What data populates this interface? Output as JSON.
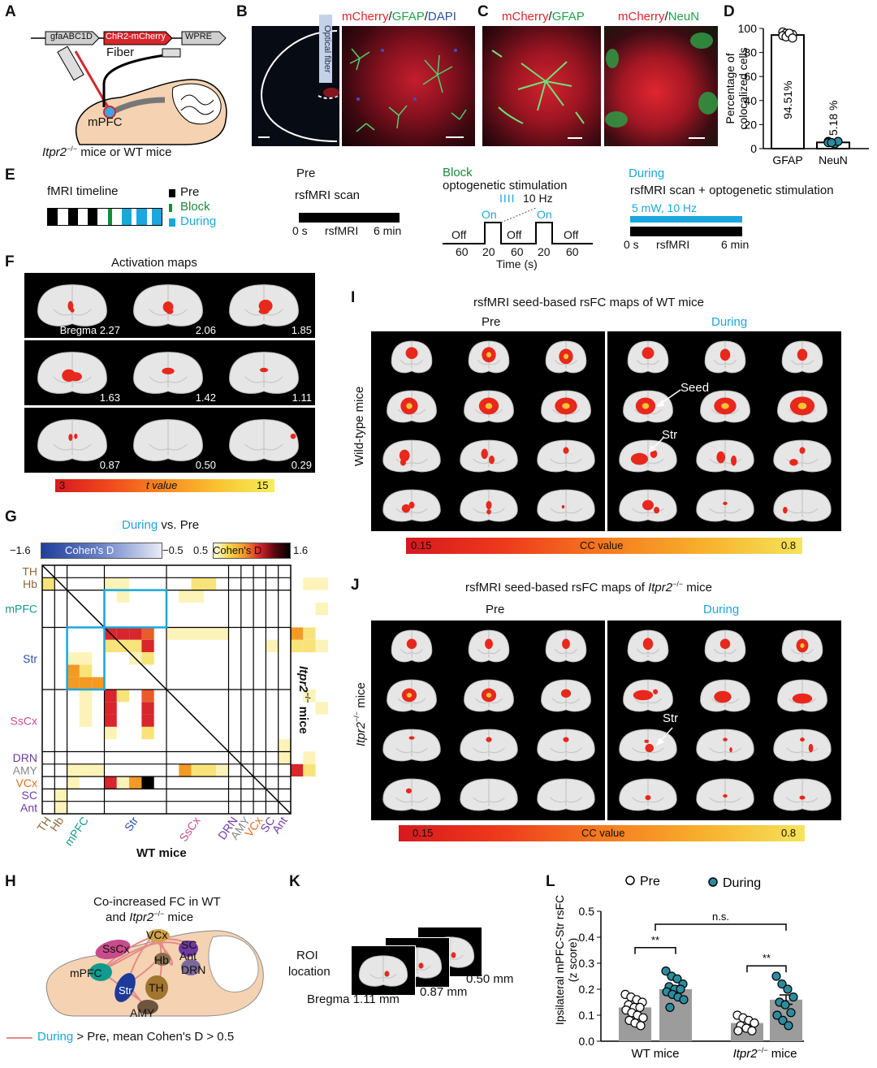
{
  "panels": {
    "A": "A",
    "B": "B",
    "C": "C",
    "D": "D",
    "E": "E",
    "F": "F",
    "G": "G",
    "H": "H",
    "I": "I",
    "J": "J",
    "K": "K",
    "L": "L"
  },
  "panel_a": {
    "construct": [
      "gfaABC1D",
      "ChR2-mCherry",
      "WPRE"
    ],
    "fiber": "Fiber",
    "region": "mPFC",
    "caption_gene": "Itpr2",
    "caption_sup": "−/−",
    "caption_rest": " mice or WT mice"
  },
  "panel_b": {
    "optical_fiber": "Optical fiber",
    "title_parts": [
      "mCherry",
      "/",
      "GFAP",
      "/",
      "DAPI"
    ]
  },
  "panel_c": {
    "left_title": [
      "mCherry",
      "/",
      "GFAP"
    ],
    "right_title": [
      "mCherry",
      "/",
      "NeuN"
    ]
  },
  "panel_e": {
    "timeline_label": "fMRI timeline",
    "legend": [
      "Pre",
      "Block",
      "During"
    ],
    "pre_title": "Pre",
    "pre_sub": "rsfMRI scan",
    "pre_bar": [
      "0 s",
      "rsfMRI",
      "6 min"
    ],
    "block_title": "Block",
    "block_sub": "optogenetic stimulation",
    "freq": "10 Hz",
    "block_states": [
      "Off",
      "On",
      "Off",
      "On",
      "Off"
    ],
    "block_durations": [
      "60",
      "20",
      "60",
      "20",
      "60"
    ],
    "time_label": "Time (s)",
    "during_title": "During",
    "during_sub": "rsfMRI scan + optogenetic stimulation",
    "during_stim": "5 mW, 10  Hz",
    "during_bar": [
      "0 s",
      "rsfMRI",
      "6 min"
    ]
  },
  "panel_f": {
    "title": "Activation maps",
    "bregma": [
      "Bregma 2.27",
      "2.06",
      "1.85",
      "1.63",
      "1.42",
      "1.11",
      "0.87",
      "0.50",
      "0.29"
    ],
    "cbar_min": "3",
    "cbar_label": "t value",
    "cbar_max": "15"
  },
  "panel_g": {
    "title_during": "During",
    "title_rest": " vs. Pre",
    "neg_min": "−1.6",
    "neg_label": "Cohen's D",
    "neg_max": "−0.5",
    "pos_min": "0.5",
    "pos_label": "Cohen's D",
    "pos_max": "1.6",
    "rows": [
      "TH",
      "Hb",
      "mPFC",
      "Str",
      "SsCx",
      "DRN",
      "AMY",
      "VCx",
      "SC",
      "Ant"
    ],
    "cols": [
      "TH",
      "Hb",
      "mPFC",
      "Str",
      "SsCx",
      "DRN",
      "AMY",
      "VCx",
      "SC",
      "Ant"
    ],
    "xlabel": "WT mice",
    "ylabel_gene": "Itpr2",
    "ylabel_sup": "−/−",
    "ylabel_rest": " mice"
  },
  "panel_h": {
    "title_line1": "Co-increased FC in WT",
    "title_line2_gene": "Itpr2",
    "title_line2_sup": "−/−",
    "title_line2_pre": "and ",
    "title_line2_rest": " mice",
    "regions": [
      "SsCx",
      "VCx",
      "SC",
      "Ant",
      "mPFC",
      "Hb",
      "DRN",
      "Str",
      "TH",
      "AMY"
    ],
    "legend_during": "During",
    "legend_rest": " > Pre, mean Cohen's D > 0.5"
  },
  "panel_i": {
    "title": "rsfMRI seed-based rsFC maps of WT mice",
    "pre": "Pre",
    "during": "During",
    "side": "Wild-type mice",
    "seed": "Seed",
    "str": "Str",
    "cbar_min": "0.15",
    "cbar_label": "CC value",
    "cbar_max": "0.8"
  },
  "panel_j": {
    "title_pre": "rsfMRI seed-based rsFC maps of ",
    "title_gene": "Itpr2",
    "title_sup": "−/−",
    "title_rest": " mice",
    "pre": "Pre",
    "during": "During",
    "side_gene": "Itpr2",
    "side_sup": "−/−",
    "side_rest": " mice",
    "str": "Str",
    "cbar_min": "0.15",
    "cbar_label": "CC value",
    "cbar_max": "0.8"
  },
  "panel_k": {
    "roi": [
      "ROI",
      "location"
    ],
    "labels": [
      "Bregma 1.11 mm",
      "0.87 mm",
      "0.50 mm"
    ]
  },
  "colors": {
    "during": "#1ba6dd",
    "block": "#178a3c",
    "teal": "#139a8e",
    "red": "#d8262d",
    "green": "#21a04b",
    "blue": "#2b52a8"
  },
  "chart_data": [
    {
      "type": "bar",
      "panel": "D",
      "categories": [
        "GFAP",
        "NeuN"
      ],
      "values": [
        94.51,
        5.18
      ],
      "data_labels": [
        "94.51%",
        "5.18 %"
      ],
      "ylabel": "Percentage of colocalized cells",
      "ylim": [
        0,
        100
      ],
      "yticks": [
        0,
        20,
        40,
        60,
        80,
        100
      ],
      "points": {
        "GFAP": [
          97,
          96,
          95,
          95,
          94,
          93,
          96,
          92
        ],
        "NeuN": [
          6,
          5,
          4,
          6,
          5,
          5
        ]
      }
    },
    {
      "type": "bar",
      "panel": "L",
      "categories": [
        "WT mice",
        "Itpr2−/− mice"
      ],
      "category_gene": "Itpr2",
      "category_sup": "−/−",
      "category_rest": "mice",
      "category_wt": "WT mice",
      "series": [
        {
          "name": "Pre",
          "values": [
            0.13,
            0.07
          ]
        },
        {
          "name": "During",
          "values": [
            0.2,
            0.16
          ]
        }
      ],
      "errors": {
        "Pre": [
          0.012,
          0.012
        ],
        "During": [
          0.013,
          0.018
        ]
      },
      "points": {
        "WT_Pre": [
          0.18,
          0.17,
          0.16,
          0.15,
          0.14,
          0.13,
          0.13,
          0.12,
          0.11,
          0.1,
          0.09,
          0.08,
          0.07,
          0.06
        ],
        "WT_During": [
          0.27,
          0.25,
          0.24,
          0.22,
          0.21,
          0.2,
          0.2,
          0.19,
          0.18,
          0.17,
          0.16,
          0.13
        ],
        "KO_Pre": [
          0.1,
          0.09,
          0.08,
          0.07,
          0.06,
          0.05,
          0.04,
          0.04
        ],
        "KO_During": [
          0.25,
          0.22,
          0.2,
          0.17,
          0.15,
          0.14,
          0.11,
          0.1,
          0.08,
          0.06
        ]
      },
      "ylabel": "Ipsilateral mPFC-Str rsFC (z score)",
      "ylim": [
        0,
        0.5
      ],
      "yticks": [
        "0.0",
        "0.1",
        "0.2",
        "0.3",
        "0.4",
        "0.5"
      ],
      "significance": [
        "**",
        "**",
        "n.s."
      ],
      "legend": [
        "Pre",
        "During"
      ]
    }
  ]
}
